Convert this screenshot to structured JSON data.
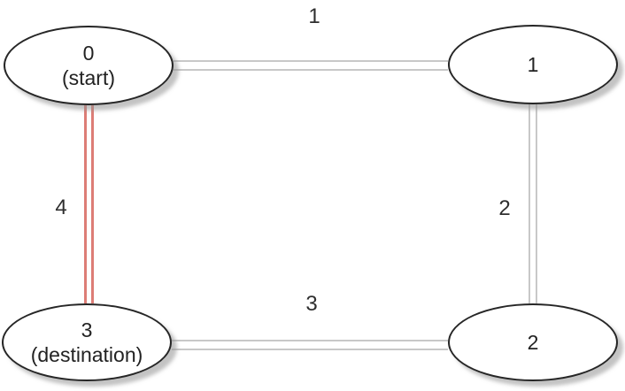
{
  "diagram": {
    "type": "graph",
    "nodes": [
      {
        "name": "0",
        "sublabel": "(start)"
      },
      {
        "name": "1",
        "sublabel": ""
      },
      {
        "name": "2",
        "sublabel": ""
      },
      {
        "name": "3",
        "sublabel": "(destination)"
      }
    ],
    "edges": [
      {
        "label": "1",
        "from": "0",
        "to": "1",
        "highlighted": false
      },
      {
        "label": "2",
        "from": "1",
        "to": "2",
        "highlighted": false
      },
      {
        "label": "3",
        "from": "3",
        "to": "2",
        "highlighted": false
      },
      {
        "label": "4",
        "from": "0",
        "to": "3",
        "highlighted": true
      }
    ],
    "colors": {
      "edge_default": "#c8c8c8",
      "edge_highlighted": "#dd7d76",
      "node_border": "#262626",
      "node_fill": "#ffffff",
      "label_text": "#2e2e2e",
      "background": "#ffffff"
    }
  }
}
